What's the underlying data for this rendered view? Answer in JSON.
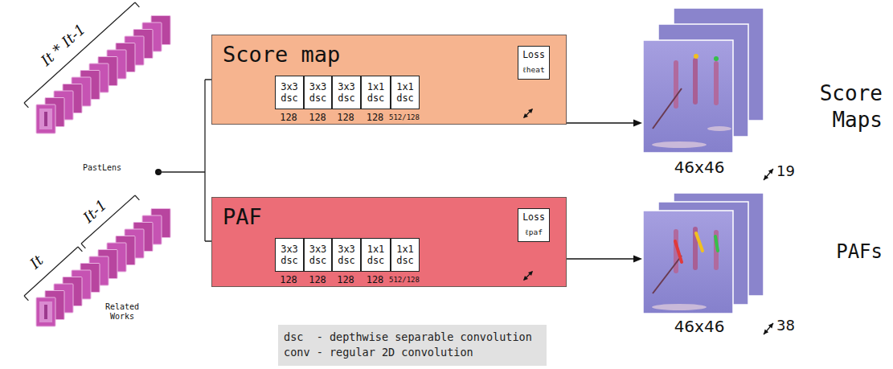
{
  "diagram": {
    "nodes": [
      {
        "text": [
          "Score map"
        ]
      },
      {
        "text": [
          "3x3 dsc"
        ],
        "in": 0
      },
      {
        "text": [
          "3x3 dsc"
        ],
        "in": 0
      },
      {
        "text": [
          "3x3 dsc"
        ],
        "in": 0
      },
      {
        "text": [
          "1x1 dsc"
        ],
        "in": 0
      },
      {
        "text": [
          "1x1 dsc"
        ],
        "in": 0
      },
      {
        "text": [
          "Loss",
          "ℓheat"
        ],
        "in": 0
      },
      {
        "text": [
          "Score Maps"
        ]
      },
      {
        "text": [
          "PAF"
        ]
      },
      {
        "text": [
          "3x3 dsc"
        ],
        "in": 8
      },
      {
        "text": [
          "3x3 dsc"
        ],
        "in": 8
      },
      {
        "text": [
          "3x3 dsc"
        ],
        "in": 8
      },
      {
        "text": [
          "1x1 dsc"
        ],
        "in": 8
      },
      {
        "text": [
          "1x1 dsc"
        ],
        "in": 8
      },
      {
        "text": [
          "Loss",
          "ℓpaf"
        ],
        "in": 8
      },
      {
        "text": [
          "PAFs"
        ]
      },
      {
        "text": [
          "dsc  - depthwise separable convolution",
          "conv - regular 2D convolution"
        ]
      }
    ],
    "edges": [
      {
        "from": 0,
        "to": 7,
        "arrow": "to"
      },
      {
        "from": 8,
        "to": 15,
        "arrow": "to"
      }
    ],
    "labels": [
      "It * It-1",
      "PastLens",
      "It",
      "It-1",
      "Related Works",
      "128",
      "128",
      "128",
      "128",
      "512/128",
      "128",
      "128",
      "128",
      "128",
      "512/128",
      "46x46",
      "19",
      "46x46",
      "38"
    ]
  }
}
